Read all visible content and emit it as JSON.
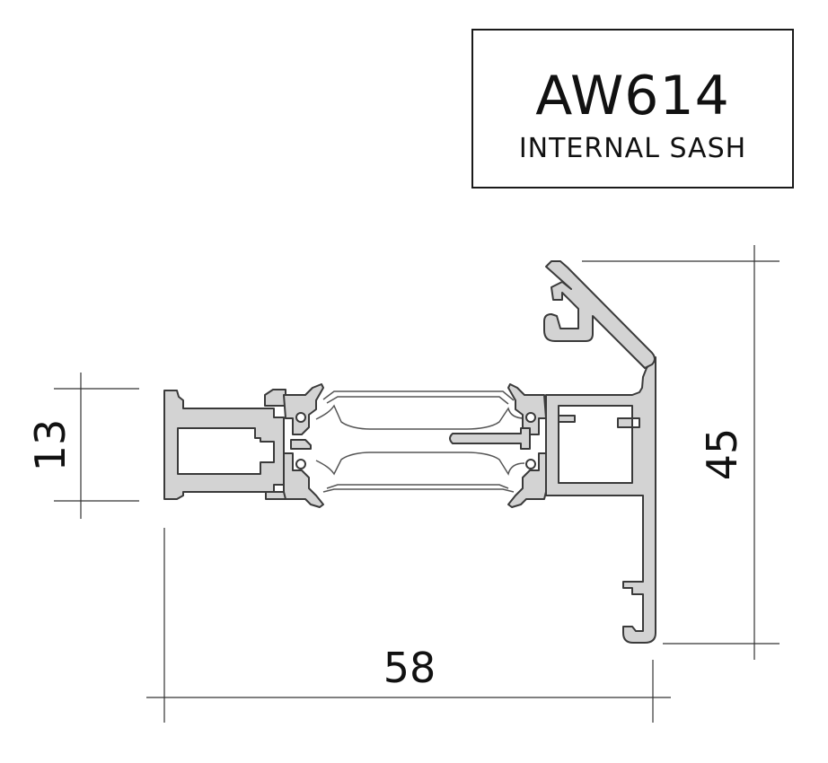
{
  "title": {
    "code": "AW614",
    "name": "INTERNAL SASH"
  },
  "dimensions": {
    "height_left": "13",
    "height_right": "45",
    "width": "58"
  },
  "colors": {
    "profile_fill": "#d3d3d3",
    "outline": "#3a3a3a",
    "dimension_line": "#333333"
  }
}
